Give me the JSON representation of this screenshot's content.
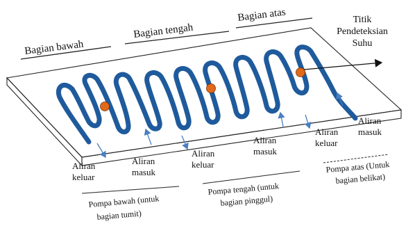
{
  "diagram": {
    "zones": [
      {
        "name": "bottom-zone",
        "text": "Bagian bawah"
      },
      {
        "name": "middle-zone",
        "text": "Bagian tengah"
      },
      {
        "name": "top-zone",
        "text": "Bagian atas"
      }
    ],
    "sensor": {
      "lines": [
        "Titik",
        "Pendeteksian",
        "Suhu"
      ]
    },
    "flows": [
      {
        "name": "flow-out-1",
        "lines": [
          "Aliran",
          "keluar"
        ]
      },
      {
        "name": "flow-in-1",
        "lines": [
          "Aliran",
          "masuk"
        ]
      },
      {
        "name": "flow-out-2",
        "lines": [
          "Aliran",
          "keluar"
        ]
      },
      {
        "name": "flow-in-2",
        "lines": [
          "Aliran",
          "masuk"
        ]
      },
      {
        "name": "flow-out-3",
        "lines": [
          "Aliran",
          "keluar"
        ]
      },
      {
        "name": "flow-in-3",
        "lines": [
          "Aliran",
          "masuk"
        ]
      }
    ],
    "pumps": [
      {
        "name": "pump-bottom",
        "lines": [
          "Pompa bawah (untuk",
          "bagian tumit)"
        ]
      },
      {
        "name": "pump-middle",
        "lines": [
          "Pompa tengah (untuk",
          "bagian pinggul)"
        ]
      },
      {
        "name": "pump-top",
        "lines": [
          "Pompa atas (Untuk",
          "bagian belikat)"
        ]
      }
    ],
    "colors": {
      "tube": "#1f5b9c",
      "sensor_dot": "#e06a1a",
      "arrow": "#4a7fc1",
      "outline": "#222222"
    }
  }
}
